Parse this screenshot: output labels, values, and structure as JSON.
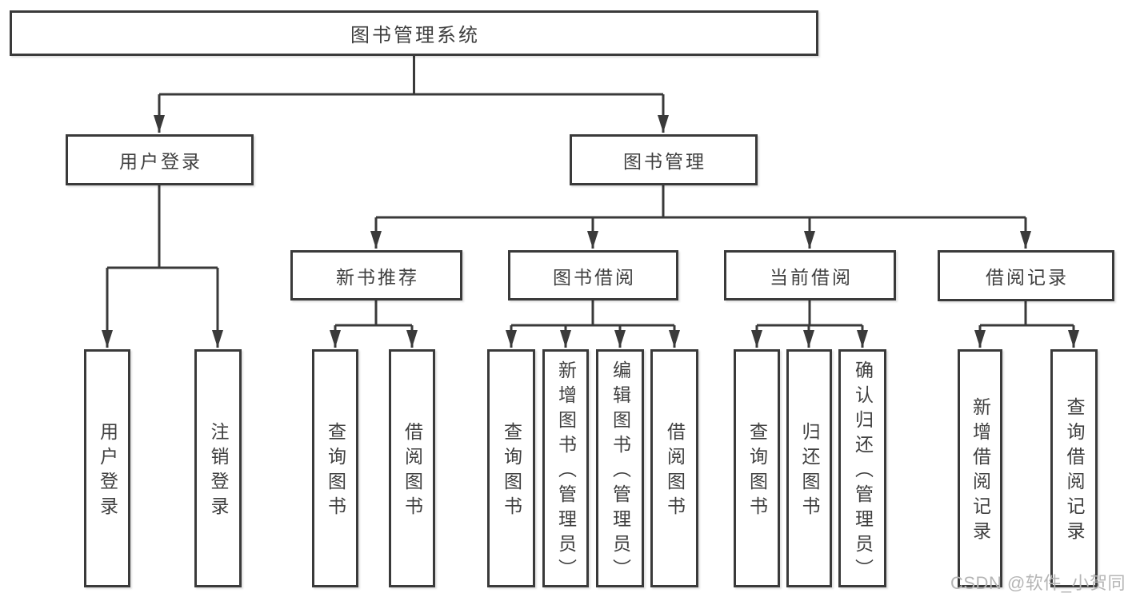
{
  "diagram": {
    "title_node": "图书管理系统",
    "level2": [
      {
        "label": "用户登录",
        "children": [
          "用户登录",
          "注销登录"
        ]
      },
      {
        "label": "图书管理",
        "children": [
          {
            "label": "新书推荐",
            "children": [
              "查询图书",
              "借阅图书"
            ]
          },
          {
            "label": "图书借阅",
            "children": [
              "查询图书",
              "新增图书（管理员）",
              "编辑图书（管理员）",
              "借阅图书"
            ]
          },
          {
            "label": "当前借阅",
            "children": [
              "查询图书",
              "归还图书",
              "确认归还（管理员）"
            ]
          },
          {
            "label": "借阅记录",
            "children": [
              "新增借阅记录",
              "查询借阅记录"
            ]
          }
        ]
      }
    ]
  },
  "watermark": {
    "text": "CSDN @软件_小贺同学"
  },
  "colors": {
    "line": "#3a3a3a",
    "text": "#3f3f3f",
    "background": "#ffffff",
    "watermark": "#b5b5b5"
  }
}
